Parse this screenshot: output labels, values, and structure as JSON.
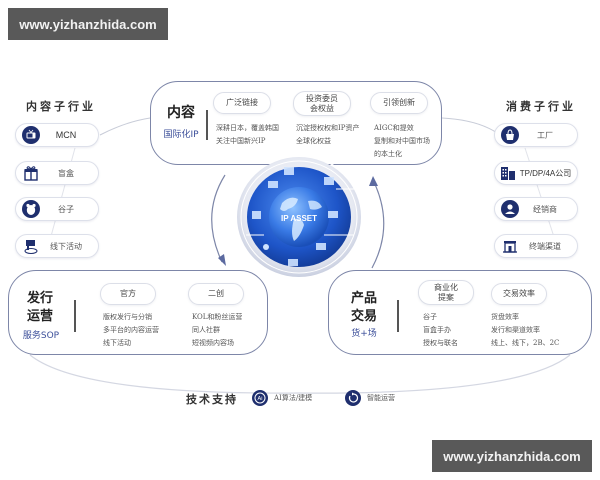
{
  "watermarks": {
    "top": "www.yizhanzhida.com",
    "bottom": "www.yizhanzhida.com"
  },
  "left_panel": {
    "title": "内容子行业",
    "items": [
      {
        "label": "MCN",
        "icon": "tv-icon"
      },
      {
        "label": "盲盒",
        "icon": "gift-icon"
      },
      {
        "label": "谷子",
        "icon": "bear-icon"
      },
      {
        "label": "线下活动",
        "icon": "event-icon"
      }
    ]
  },
  "right_panel": {
    "title": "消费子行业",
    "items": [
      {
        "label": "工厂",
        "icon": "bag-icon"
      },
      {
        "label": "TP/DP/4A公司",
        "icon": "building-icon"
      },
      {
        "label": "经销商",
        "icon": "person-icon"
      },
      {
        "label": "终端渠道",
        "icon": "store-icon"
      }
    ]
  },
  "content_box": {
    "heading": "内容",
    "subheading": "国际化IP",
    "columns": [
      {
        "tag": "广泛链接",
        "lines": [
          "深耕日本，覆盖韩国",
          "关注中国新兴IP"
        ]
      },
      {
        "tag_line1": "投资委员",
        "tag_line2": "会权益",
        "lines": [
          "沉淀授权权和IP资产",
          "全球化权益"
        ]
      },
      {
        "tag": "引领创新",
        "lines": [
          "AIGC和提效",
          "复制和对中国市场",
          "的本土化"
        ]
      }
    ]
  },
  "center": {
    "globe_label": "IP ASSET"
  },
  "ops_box": {
    "heading_line1": "发行",
    "heading_line2": "运营",
    "subheading": "服务SOP",
    "columns": [
      {
        "tag": "官方",
        "lines": [
          "版权发行与分销",
          "多平台的内容运营",
          "线下活动"
        ]
      },
      {
        "tag": "二创",
        "lines": [
          "KOL和粉丝运营",
          "同人社群",
          "短视频内容场"
        ]
      }
    ]
  },
  "trade_box": {
    "heading_line1": "产品",
    "heading_line2": "交易",
    "subheading": "货+场",
    "columns": [
      {
        "tag_line1": "商业化",
        "tag_line2": "提案",
        "lines": [
          "谷子",
          "盲盒手办",
          "授权与联名"
        ]
      },
      {
        "tag": "交易效率",
        "lines": [
          "货盘效率",
          "发行和渠道效率",
          "线上、线下，2B、2C"
        ]
      }
    ]
  },
  "tech_support": {
    "title": "技术支持",
    "items": [
      {
        "label": "AI算法/建模",
        "icon": "ai-icon"
      },
      {
        "label": "智能运营",
        "icon": "cycle-icon"
      }
    ]
  },
  "colors": {
    "navy": "#1f2f6e",
    "border": "#7d86a8",
    "accent_blue": "#3c4f9a",
    "globe_blue": "#2a5fd6",
    "watermark_bg": "#595959"
  }
}
